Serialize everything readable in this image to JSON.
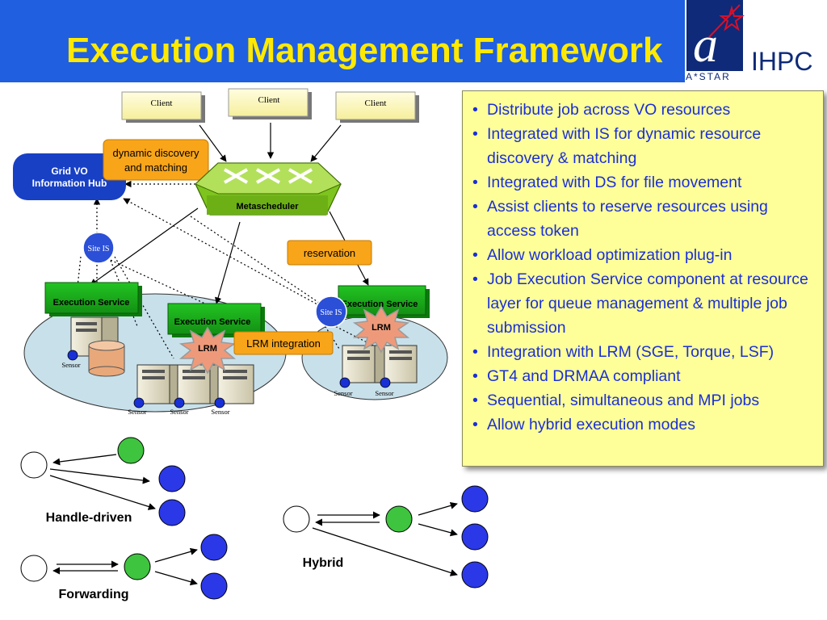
{
  "header": {
    "title": "Execution Management Framework",
    "logo_text": "IHPC",
    "logo_sub": "A*STAR",
    "colors": {
      "header_bg": "#1f5fe0",
      "title": "#ffe900"
    }
  },
  "diagram": {
    "clients": [
      "Client",
      "Client",
      "Client"
    ],
    "grid_vo_hub": [
      "Grid VO",
      "Information Hub"
    ],
    "dynamic_discovery": [
      "dynamic discovery",
      "and matching"
    ],
    "metascheduler": "Metascheduler",
    "reservation": "reservation",
    "site_is": [
      "Site IS",
      "Site IS"
    ],
    "execution_services": [
      "Execution Service",
      "Execution Service",
      "Execution Service"
    ],
    "lrm": [
      "LRM",
      "LRM"
    ],
    "lrm_integration": "LRM integration",
    "sensors": [
      "Sensor",
      "Sensor",
      "Sensor",
      "Sensor",
      "Sensor",
      "Sensor"
    ]
  },
  "modes": {
    "handle_driven": "Handle-driven",
    "forwarding": "Forwarding",
    "hybrid": "Hybrid"
  },
  "features": [
    "Distribute job across VO resources",
    "Integrated with IS for dynamic resource discovery & matching",
    "Integrated with DS for file movement",
    "Assist clients to reserve resources using access token",
    "Allow workload optimization plug-in",
    "Job Execution Service component at resource layer for queue management & multiple job submission",
    "Integration with LRM (SGE, Torque, LSF)",
    "GT4 and DRMAA compliant",
    "Sequential, simultaneous and MPI jobs",
    "Allow hybrid execution modes"
  ]
}
